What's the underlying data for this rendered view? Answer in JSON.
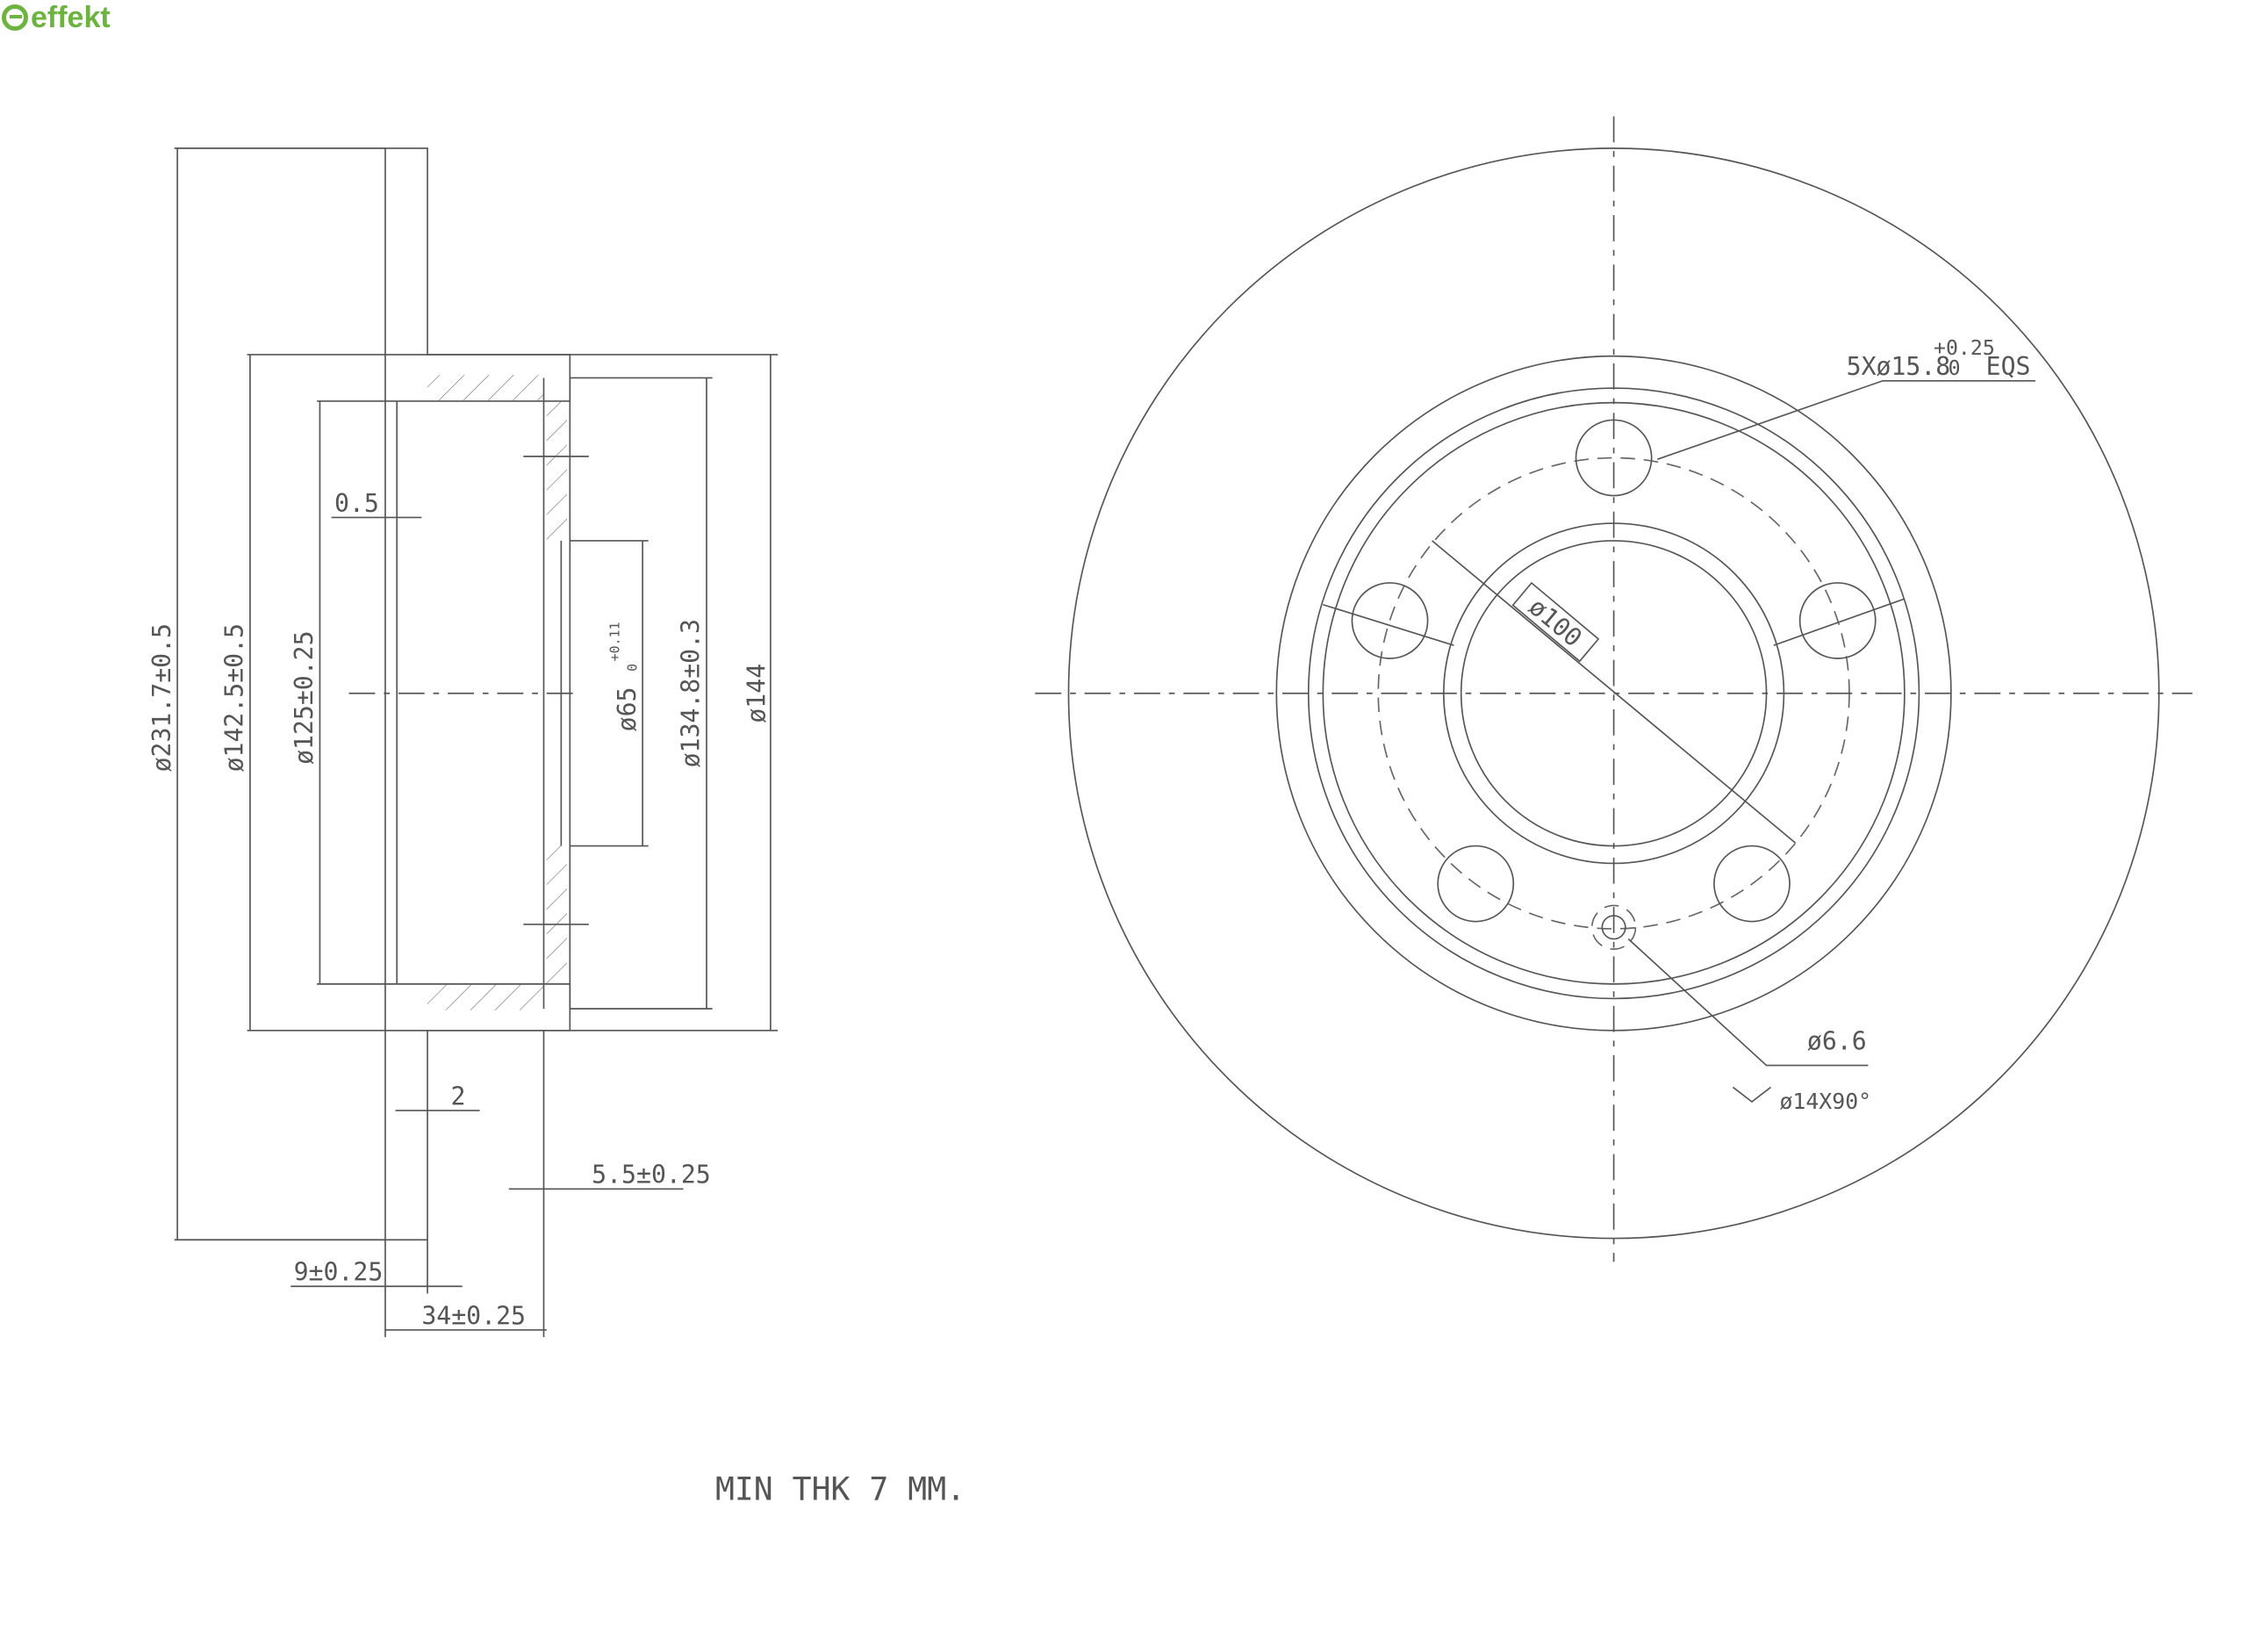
{
  "logo": {
    "text": "effekt",
    "color": "#6cb33f"
  },
  "side_view": {
    "dimensions": {
      "outer_dia": "ø231.7±0.5",
      "hat_dia": "ø142.5±0.5",
      "inner_dia": "ø125±0.25",
      "center_bore": "ø65",
      "center_bore_tol_plus": "+0.11",
      "center_bore_tol_minus": "0",
      "hub_inner_dia": "ø134.8±0.3",
      "hub_outer_dia": "ø144",
      "offset": "0.5",
      "wall": "2",
      "hub_thickness": "5.5±0.25",
      "disc_thickness": "9±0.25",
      "total_height": "34±0.25"
    }
  },
  "front_view": {
    "bolt_holes": "5Xø15.8",
    "bolt_tol_plus": "+0.25",
    "bolt_tol_minus": "0",
    "bolt_eqs": "EQS",
    "pcd": "ø100",
    "small_hole": "ø6.6",
    "countersink": "ø14X90°"
  },
  "note": "MIN THK 7 MM."
}
